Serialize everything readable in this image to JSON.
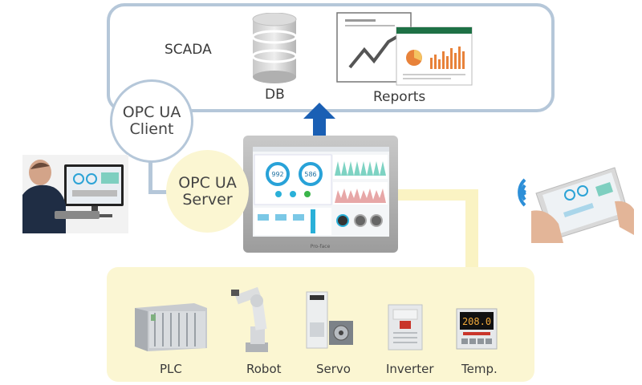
{
  "scada": {
    "label": "SCADA",
    "db_label": "DB",
    "reports_label": "Reports"
  },
  "client": {
    "line1": "OPC UA",
    "line2": "Client"
  },
  "server": {
    "line1": "OPC UA",
    "line2": "Server"
  },
  "hmi": {
    "brand": "Pro-face",
    "gauges": [
      "992",
      "586"
    ]
  },
  "devices": [
    {
      "label": "PLC"
    },
    {
      "label": "Robot"
    },
    {
      "label": "Servo"
    },
    {
      "label": "Inverter"
    },
    {
      "label": "Temp."
    }
  ],
  "temp_display": "208.0",
  "colors": {
    "panel_border": "#b5c7d9",
    "field_bg": "#fbf6d2",
    "arrow": "#1a5fb4",
    "wireless": "#2d8fd8"
  }
}
